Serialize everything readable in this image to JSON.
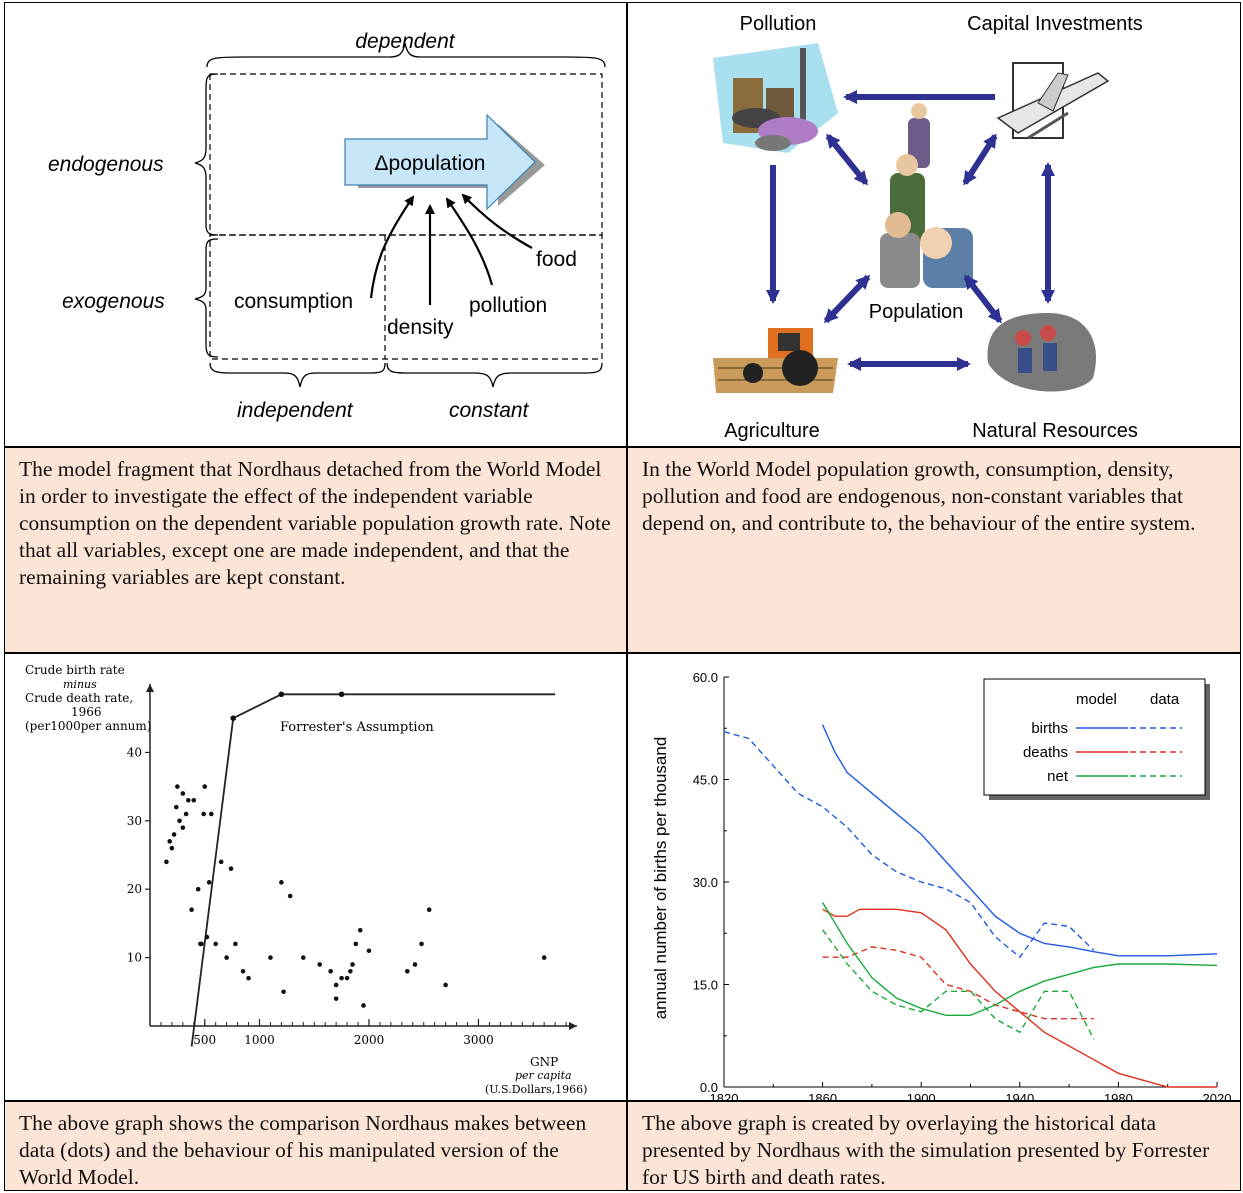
{
  "panel_fragment": {
    "label_top": "dependent",
    "label_left_top": "endogenous",
    "label_left_bottom": "exogenous",
    "label_bottom_left": "independent",
    "label_bottom_right": "constant",
    "arrow_label": "Δpopulation",
    "inputs": [
      "consumption",
      "density",
      "pollution",
      "food"
    ]
  },
  "panel_world_model": {
    "nodes": {
      "pollution": "Pollution",
      "capital": "Capital Investments",
      "population": "Population",
      "agriculture": "Agriculture",
      "resources": "Natural Resources"
    },
    "accent_color": "#2e3192"
  },
  "caption_top_left": "The model fragment that Nordhaus detached from the World Model in order to investigate the effect of the independent variable consumption on the dependent variable population growth rate. Note that all variables, except one are made independent, and that the remaining variables are kept constant.",
  "caption_top_right": "In the World Model population growth, consumption, density, pollution and food are endogenous, non-constant variables that depend on, and contribute to, the behaviour of the entire system.",
  "caption_bottom_left": "The above graph shows the comparison Nordhaus makes between data (dots) and the behaviour of his manipulated version of the World Model.",
  "caption_bottom_right": "The above graph is created by overlaying the historical data presented by Nordhaus with the simulation presented by Forrester for US birth and death rates.",
  "chart_data": [
    {
      "type": "scatter",
      "title": "",
      "ylabel_lines": [
        "Crude birth rate",
        "minus",
        "Crude death rate,",
        "1966",
        "(per1000per annum)"
      ],
      "xlabel_lines": [
        "GNP",
        "per capita",
        "(U.S.Dollars,1966)"
      ],
      "annotation": "Forrester's Assumption",
      "x_ticks": [
        500,
        1000,
        2000,
        3000
      ],
      "y_ticks": [
        10,
        20,
        30,
        40
      ],
      "xlim": [
        0,
        3900
      ],
      "ylim": [
        0,
        50
      ],
      "points": [
        [
          150,
          24
        ],
        [
          180,
          27
        ],
        [
          200,
          26
        ],
        [
          220,
          28
        ],
        [
          240,
          32
        ],
        [
          250,
          35
        ],
        [
          270,
          30
        ],
        [
          300,
          29
        ],
        [
          300,
          34
        ],
        [
          330,
          31
        ],
        [
          350,
          33
        ],
        [
          380,
          17
        ],
        [
          400,
          33
        ],
        [
          440,
          20
        ],
        [
          460,
          12
        ],
        [
          470,
          12
        ],
        [
          490,
          31
        ],
        [
          500,
          35
        ],
        [
          520,
          13
        ],
        [
          540,
          21
        ],
        [
          560,
          31
        ],
        [
          600,
          12
        ],
        [
          650,
          24
        ],
        [
          700,
          10
        ],
        [
          740,
          23
        ],
        [
          780,
          12
        ],
        [
          850,
          8
        ],
        [
          900,
          7
        ],
        [
          1100,
          10
        ],
        [
          1200,
          21
        ],
        [
          1220,
          5
        ],
        [
          1280,
          19
        ],
        [
          1400,
          10
        ],
        [
          1550,
          9
        ],
        [
          1650,
          8
        ],
        [
          1700,
          4
        ],
        [
          1700,
          6
        ],
        [
          1750,
          7
        ],
        [
          1800,
          7
        ],
        [
          1830,
          8
        ],
        [
          1850,
          9
        ],
        [
          1880,
          12
        ],
        [
          1920,
          14
        ],
        [
          1950,
          3
        ],
        [
          2000,
          11
        ],
        [
          2350,
          8
        ],
        [
          2420,
          9
        ],
        [
          2480,
          12
        ],
        [
          2550,
          17
        ],
        [
          2700,
          6
        ],
        [
          3600,
          10
        ]
      ],
      "curve": [
        [
          380,
          -3
        ],
        [
          760,
          45
        ],
        [
          1200,
          48.5
        ],
        [
          1750,
          48.5
        ],
        [
          3700,
          48.5
        ]
      ]
    },
    {
      "type": "line",
      "title": "",
      "xlabel": "",
      "ylabel": "annual number of births per thousand",
      "xlim": [
        1820,
        2020
      ],
      "ylim": [
        0,
        60
      ],
      "x_ticks": [
        "1820",
        "1860",
        "1900",
        "1940",
        "1980",
        "2020"
      ],
      "y_ticks": [
        "0.0",
        "15.0",
        "30.0",
        "45.0",
        "60.0"
      ],
      "legend_position": "top-right",
      "legend_headers": [
        "model",
        "data"
      ],
      "series": [
        {
          "name": "births",
          "kind": "model",
          "color": "#1f5ae0",
          "dashed": false,
          "points": [
            [
              1860,
              53
            ],
            [
              1865,
              49
            ],
            [
              1870,
              46
            ],
            [
              1880,
              43
            ],
            [
              1890,
              40
            ],
            [
              1900,
              37
            ],
            [
              1910,
              33
            ],
            [
              1920,
              29
            ],
            [
              1930,
              25
            ],
            [
              1940,
              22.5
            ],
            [
              1950,
              21
            ],
            [
              1960,
              20.5
            ],
            [
              1970,
              19.8
            ],
            [
              1980,
              19.2
            ],
            [
              2000,
              19.2
            ],
            [
              2020,
              19.5
            ]
          ]
        },
        {
          "name": "births",
          "kind": "data",
          "color": "#1f5ae0",
          "dashed": true,
          "points": [
            [
              1820,
              52
            ],
            [
              1830,
              51
            ],
            [
              1840,
              47
            ],
            [
              1850,
              43
            ],
            [
              1860,
              41
            ],
            [
              1870,
              38
            ],
            [
              1880,
              34
            ],
            [
              1890,
              31.5
            ],
            [
              1900,
              30
            ],
            [
              1910,
              29
            ],
            [
              1920,
              27
            ],
            [
              1930,
              22
            ],
            [
              1940,
              19
            ],
            [
              1950,
              24
            ],
            [
              1960,
              23.5
            ],
            [
              1970,
              20
            ]
          ]
        },
        {
          "name": "deaths",
          "kind": "model",
          "color": "#e0301e",
          "dashed": false,
          "points": [
            [
              1860,
              26
            ],
            [
              1865,
              25
            ],
            [
              1870,
              25
            ],
            [
              1875,
              26
            ],
            [
              1890,
              26
            ],
            [
              1900,
              25.5
            ],
            [
              1910,
              23
            ],
            [
              1920,
              18
            ],
            [
              1930,
              14
            ],
            [
              1940,
              11
            ],
            [
              1950,
              8
            ],
            [
              1960,
              6
            ],
            [
              1970,
              4
            ],
            [
              1980,
              2
            ],
            [
              1990,
              1
            ],
            [
              2000,
              0
            ],
            [
              2020,
              0
            ]
          ]
        },
        {
          "name": "deaths",
          "kind": "data",
          "color": "#e0301e",
          "dashed": true,
          "points": [
            [
              1860,
              19
            ],
            [
              1870,
              19
            ],
            [
              1880,
              20.5
            ],
            [
              1890,
              20
            ],
            [
              1900,
              19
            ],
            [
              1910,
              15
            ],
            [
              1920,
              14
            ],
            [
              1930,
              12
            ],
            [
              1940,
              11
            ],
            [
              1950,
              10
            ],
            [
              1960,
              10
            ],
            [
              1970,
              10
            ]
          ]
        },
        {
          "name": "net",
          "kind": "model",
          "color": "#1aaa3c",
          "dashed": false,
          "points": [
            [
              1860,
              27
            ],
            [
              1870,
              21
            ],
            [
              1880,
              16
            ],
            [
              1890,
              13
            ],
            [
              1900,
              11.5
            ],
            [
              1910,
              10.5
            ],
            [
              1920,
              10.5
            ],
            [
              1930,
              12
            ],
            [
              1940,
              14
            ],
            [
              1950,
              15.5
            ],
            [
              1960,
              16.5
            ],
            [
              1970,
              17.5
            ],
            [
              1980,
              18
            ],
            [
              2000,
              18
            ],
            [
              2020,
              17.8
            ]
          ]
        },
        {
          "name": "net",
          "kind": "data",
          "color": "#1aaa3c",
          "dashed": true,
          "points": [
            [
              1860,
              23
            ],
            [
              1870,
              18
            ],
            [
              1880,
              14
            ],
            [
              1890,
              12
            ],
            [
              1900,
              11
            ],
            [
              1910,
              14
            ],
            [
              1920,
              14
            ],
            [
              1930,
              10
            ],
            [
              1940,
              8
            ],
            [
              1950,
              14
            ],
            [
              1960,
              14
            ],
            [
              1970,
              7
            ]
          ]
        }
      ]
    }
  ]
}
